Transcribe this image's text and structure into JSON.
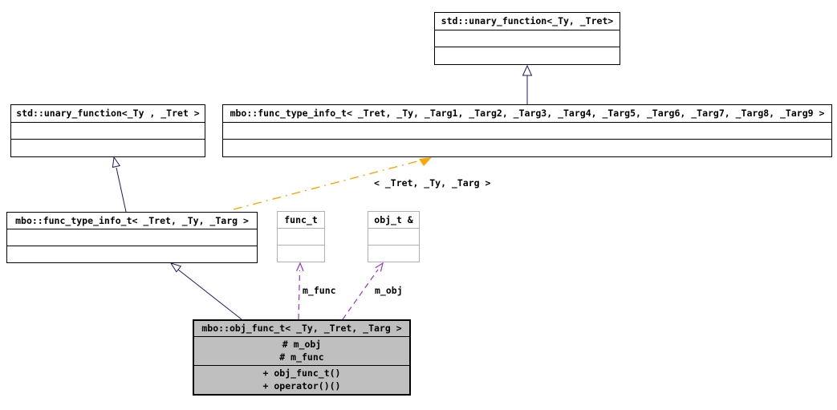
{
  "colors": {
    "background": "#ffffff",
    "node_border": "#000000",
    "node_fill": "#ffffff",
    "current_node_fill": "#bfbfbf",
    "muted_node_border": "#b0b0b0",
    "inheritance_edge": "#191970",
    "usage_edge": "#9a32cd",
    "template_edge": "#ffa500",
    "text": "#000000"
  },
  "nodes": {
    "std_unary_function_parent": {
      "title": "std::unary_function<_Ty, _Tret>"
    },
    "std_unary_function_base": {
      "title": "std::unary_function<_Ty , _Tret >"
    },
    "func_type_info_full": {
      "title": "mbo::func_type_info_t< _Tret, _Ty, _Targ1, _Targ2, _Targ3, _Targ4, _Targ5, _Targ6, _Targ7, _Targ8, _Targ9 >"
    },
    "func_type_info": {
      "title": "mbo::func_type_info_t< _Tret, _Ty, _Targ >"
    },
    "func_t": {
      "title": "func_t"
    },
    "obj_t": {
      "title": "obj_t &"
    },
    "obj_func": {
      "title": "mbo::obj_func_t< _Ty, _Tret, _Targ >",
      "attributes": [
        "# m_obj",
        "# m_func"
      ],
      "methods": [
        "+ obj_func_t()",
        "+ operator()()"
      ]
    }
  },
  "edge_labels": {
    "template_instantiation": "< _Tret, _Ty, _Targ >",
    "m_func": "m_func",
    "m_obj": "m_obj"
  }
}
